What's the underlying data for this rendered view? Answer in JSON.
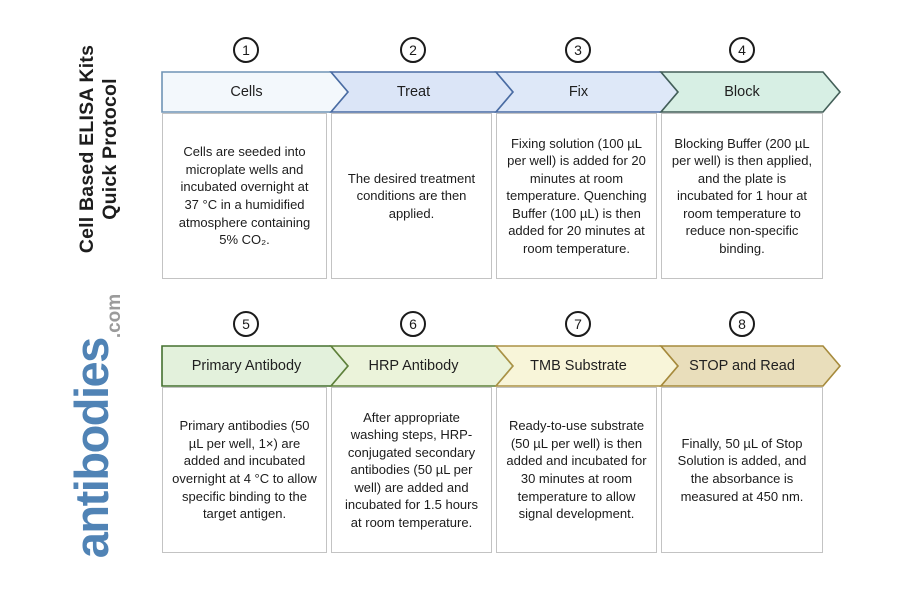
{
  "sidebar": {
    "title_line1": "Cell Based ELISA Kits",
    "title_line2": "Quick Protocol",
    "title_color": "#1d1d1d",
    "logo_text": "antibodies",
    "logo_tld": ".com",
    "logo_color": "#5083b5",
    "logo_tld_color": "#9b9b9b"
  },
  "steps": [
    {
      "number": "1",
      "label": "Cells",
      "description": "Cells are seeded into microplate wells and incubated overnight at 37 °C in a humidified atmosphere containing 5% CO₂.",
      "colors": {
        "fill": "#f3f8fc",
        "stroke": "#6f94b5"
      }
    },
    {
      "number": "2",
      "label": "Treat",
      "description": "The desired treatment conditions are then applied.",
      "colors": {
        "fill": "#dbe5f7",
        "stroke": "#4a6ca3"
      }
    },
    {
      "number": "3",
      "label": "Fix",
      "description": "Fixing solution (100 µL per well) is added for 20 minutes at room temperature. Quenching Buffer (100 µL) is then added for 20 minutes at room temperature.",
      "colors": {
        "fill": "#dee8f8",
        "stroke": "#4a6ca3"
      }
    },
    {
      "number": "4",
      "label": "Block",
      "description": "Blocking Buffer (200 µL per well) is then applied, and the plate is incubated for 1 hour at room temperature to reduce non-specific binding.",
      "colors": {
        "fill": "#d7efe4",
        "stroke": "#435f58"
      }
    },
    {
      "number": "5",
      "label": "Primary Antibody",
      "description": "Primary antibodies (50 µL per well, 1×) are added and incubated overnight at 4 °C to allow specific binding to the target antigen.",
      "colors": {
        "fill": "#e3f1dc",
        "stroke": "#44702f"
      }
    },
    {
      "number": "6",
      "label": "HRP Antibody",
      "description": "After appropriate washing steps, HRP-conjugated secondary antibodies (50 µL per well) are added and incubated for 1.5 hours at room temperature.",
      "colors": {
        "fill": "#ebf3da",
        "stroke": "#5f813b"
      }
    },
    {
      "number": "7",
      "label": "TMB Substrate",
      "description": "Ready-to-use substrate (50 µL per well) is then added and incubated for 30 minutes at room temperature to allow signal development.",
      "colors": {
        "fill": "#f8f5d9",
        "stroke": "#ab9245"
      }
    },
    {
      "number": "8",
      "label": "STOP and Read",
      "description": "Finally, 50 µL of Stop Solution is added, and the absorbance is measured at 450 nm.",
      "colors": {
        "fill": "#e9debb",
        "stroke": "#a68a3c"
      }
    }
  ]
}
